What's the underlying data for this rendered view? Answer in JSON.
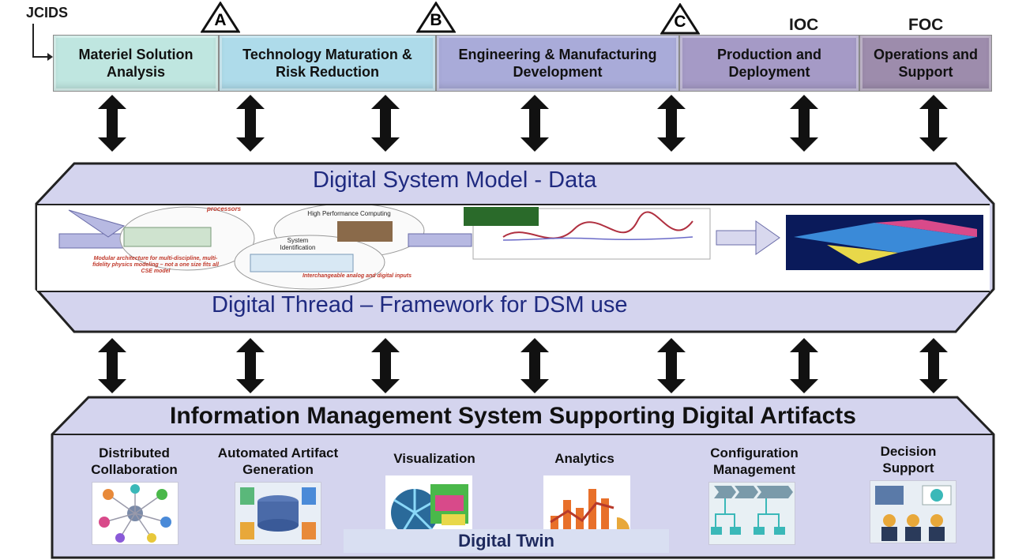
{
  "header": {
    "jcids": "JCIDS",
    "ioc": "IOC",
    "foc": "FOC"
  },
  "milestones": [
    "A",
    "B",
    "C"
  ],
  "phases": [
    {
      "label": "Materiel Solution Analysis",
      "color": "#bfe6e0"
    },
    {
      "label": "Technology Maturation & Risk Reduction",
      "color": "#aedbea"
    },
    {
      "label": "Engineering & Manufacturing Development",
      "color": "#a9abd9"
    },
    {
      "label": "Production and Deployment",
      "color": "#a59ac6"
    },
    {
      "label": "Operations and Support",
      "color": "#9d8cac"
    }
  ],
  "dsm": {
    "title": "Digital System Model - Data",
    "thread": "Digital Thread – Framework for DSM use",
    "graphic_text": {
      "processors": "processors",
      "hpc": "High Performance Computing",
      "sysid": "System Identification",
      "modular": "Modular architecture for multi-discipline, multi-fidelity physics modeling – not a one size fits all CSE model",
      "interchangeable": "Interchangeable analog and digital inputs"
    }
  },
  "ims": {
    "title": "Information Management System Supporting Digital Artifacts",
    "categories": [
      {
        "label": "Distributed Collaboration",
        "icon": "collaboration-network-icon"
      },
      {
        "label": "Automated Artifact Generation",
        "icon": "database-artifacts-icon"
      },
      {
        "label": "Visualization",
        "icon": "turbine-visualization-icon"
      },
      {
        "label": "Analytics",
        "icon": "analytics-chart-icon"
      },
      {
        "label": "Configuration Management",
        "icon": "configuration-flow-icon"
      },
      {
        "label": "Decision Support",
        "icon": "decision-support-icon"
      }
    ],
    "digital_twin": "Digital Twin"
  },
  "colors": {
    "band_fill": "#d4d4ee",
    "title_blue": "#1f2a80",
    "arrow": "#111111"
  }
}
